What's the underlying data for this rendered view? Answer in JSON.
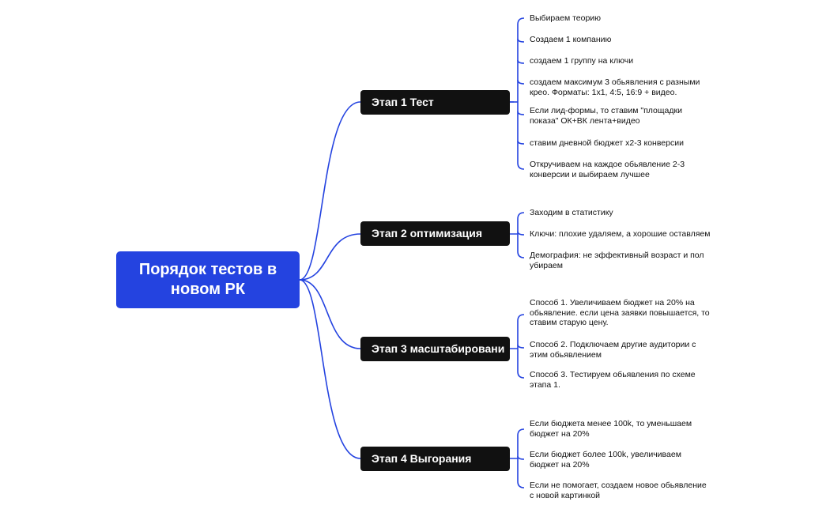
{
  "root": {
    "label": "Порядок тестов в новом РК"
  },
  "colors": {
    "accent": "#2443e0",
    "stage_bg": "#111111",
    "text": "#111111"
  },
  "stages": [
    {
      "label": "Этап 1 Тест",
      "items": [
        "Выбираем теорию",
        "Создаем 1 компанию",
        "создаем 1 группу на ключи",
        "создаем максимум 3 обьявления с разными\nкрео. Форматы: 1x1, 4:5, 16:9 + видео.",
        "Если лид-формы, то ставим \"площадки\nпоказа\" ОК+ВК лента+видео",
        "ставим дневной бюджет х2-3 конверсии",
        "Откручиваем на каждое обьявление 2-3\nконверсии и выбираем лучшее"
      ]
    },
    {
      "label": "Этап 2 оптимизация",
      "items": [
        "Заходим в статистику",
        "Ключи: плохие удаляем, а хорошие оставляем",
        "Демография: не эффективный возраст и пол\nубираем"
      ]
    },
    {
      "label": "Этап 3 масштабировани",
      "items": [
        "Способ 1. Увеличиваем бюджет на 20% на\nобьявление. если цена заявки повышается, то\nставим старую цену.",
        "Способ 2. Подключаем другие аудитории с\nэтим обьявлением",
        "Способ 3. Тестируем обьявления по схеме\nэтапа 1."
      ]
    },
    {
      "label": "Этап 4 Выгорания",
      "items": [
        "Если бюджета менее 100k, то уменьшаем\nбюджет на 20%",
        "Если бюджет более 100k, увеличиваем\nбюджет на 20%",
        "Если не помогает, создаем новое обьявление\nс новой картинкой"
      ]
    }
  ]
}
